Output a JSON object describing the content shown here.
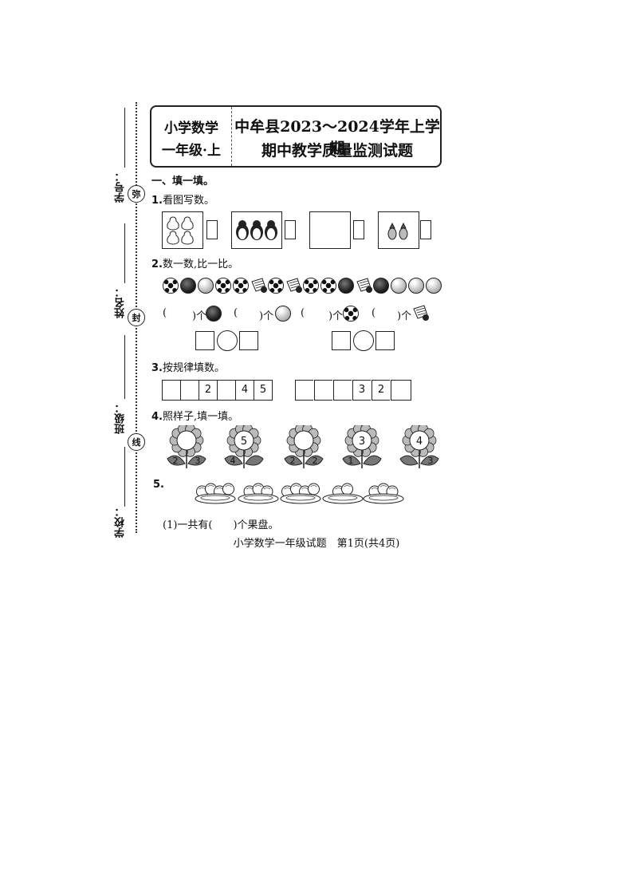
{
  "binding_margin": {
    "labels": [
      "学号：",
      "姓名：",
      "班级：",
      "学校："
    ],
    "seals": [
      "弥",
      "封",
      "线"
    ]
  },
  "header": {
    "subject": "小学数学",
    "grade": "一年级·上",
    "title_line1": "中牟县2023～2024学年上学期",
    "title_line2": "期中教学质量监测试题"
  },
  "section1": {
    "heading": "一、填一填。",
    "q1": {
      "num": "1.",
      "text": "看图写数。"
    },
    "q2": {
      "num": "2.",
      "text": "数一数,比一比。",
      "balls": [
        "soccer-ball-icon",
        "dark-ball-icon",
        "pearl-ball-icon",
        "soccer-ball-icon",
        "soccer-ball-icon",
        "shuttlecock-icon",
        "soccer-ball-icon",
        "shuttlecock-icon",
        "soccer-ball-icon",
        "soccer-ball-icon",
        "dark-ball-icon",
        "shuttlecock-icon",
        "dark-ball-icon",
        "pearl-ball-icon",
        "pearl-ball-icon",
        "pearl-ball-icon"
      ],
      "count_prompts": [
        {
          "open": "(",
          "close": ")个",
          "icon": "dark-ball-icon"
        },
        {
          "open": "(",
          "close": ")个",
          "icon": "pearl-ball-icon"
        },
        {
          "open": "(",
          "close": ")个",
          "icon": "soccer-ball-icon"
        },
        {
          "open": "(",
          "close": ")个",
          "icon": "shuttlecock-icon"
        }
      ]
    },
    "q3": {
      "num": "3.",
      "text": "按规律填数。",
      "row1": [
        "",
        "",
        "2",
        "",
        "4",
        "5"
      ],
      "row2": [
        "",
        "",
        "",
        "3",
        "2",
        "",
        "",
        ""
      ]
    },
    "q4": {
      "num": "4.",
      "text": "照样子,填一填。",
      "flowers": [
        {
          "center": "",
          "left": "2",
          "right": "3"
        },
        {
          "center": "5",
          "left": "4",
          "right": ""
        },
        {
          "center": "",
          "left": "2",
          "right": "2"
        },
        {
          "center": "3",
          "left": "1",
          "right": ""
        },
        {
          "center": "4",
          "left": "",
          "right": "3"
        }
      ]
    },
    "q5": {
      "num": "5.",
      "sub1": "(1)一共有(　　)个果盘。"
    }
  },
  "footer": "小学数学一年级试题　第1页(共4页)"
}
